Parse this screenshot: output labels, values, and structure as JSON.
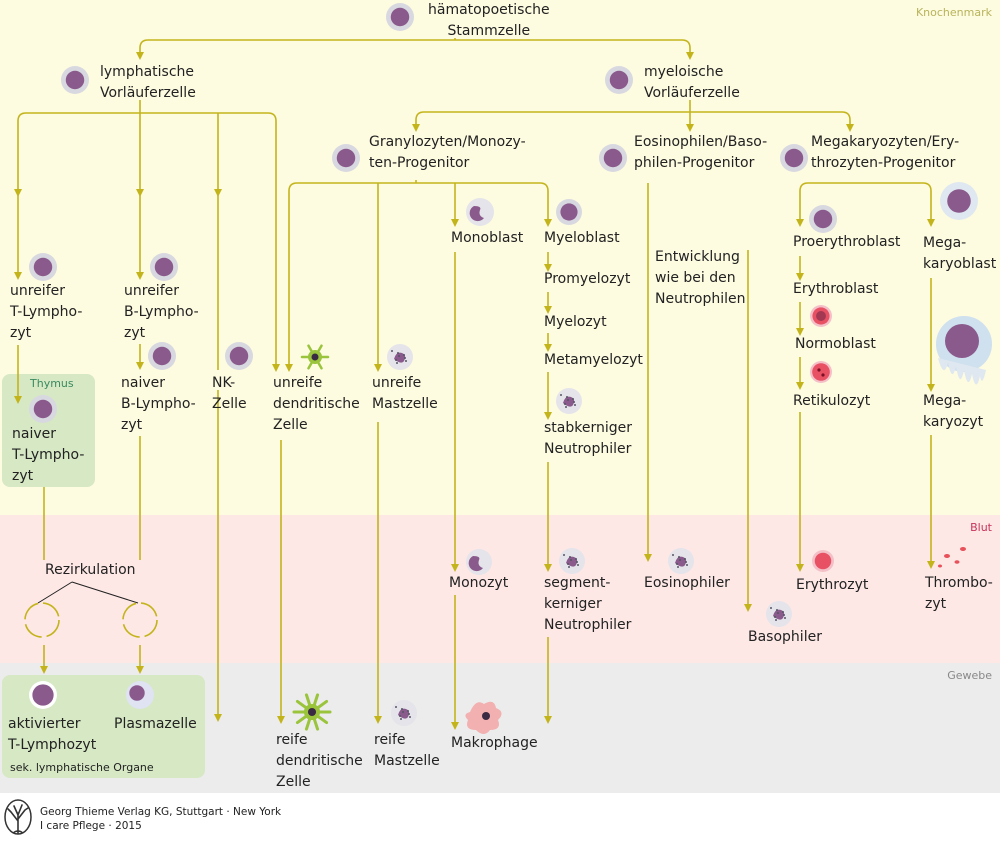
{
  "zones": {
    "bone_marrow": {
      "label": "Knochenmark",
      "color": "#fdfbe0",
      "label_color": "#b8b45a"
    },
    "blood": {
      "label": "Blut",
      "color": "#fde8e6",
      "label_color": "#c8325a"
    },
    "tissue": {
      "label": "Gewebe",
      "color": "#ececec",
      "label_color": "#888888"
    }
  },
  "boxes": {
    "thymus": "Thymus",
    "secondary": "sek. lymphatische Organe"
  },
  "colors": {
    "arrow": "#c4b41c",
    "cell_purple": "#8a5a8c",
    "cell_ring": "#d8d8e0",
    "erythro_red": "#e85064",
    "thymus_label": "#3a8a60"
  },
  "labels": {
    "stem": [
      "hämatopoetische",
      "Stammzelle"
    ],
    "lymph_prog": [
      "lymphatische",
      "Vorläuferzelle"
    ],
    "myelo_prog": [
      "myeloische",
      "Vorläuferzelle"
    ],
    "gm_prog": [
      "Granylozyten/Monozy-",
      "ten-Progenitor"
    ],
    "eb_prog": [
      "Eosinophilen/Baso-",
      "philen-Progenitor"
    ],
    "me_prog": [
      "Megakaryozyten/Ery-",
      "throzyten-Progenitor"
    ],
    "immature_t": [
      "unreifer",
      "T-Lympho-",
      "zyt"
    ],
    "immature_b": [
      "unreifer",
      "B-Lympho-",
      "zyt"
    ],
    "naive_b": [
      "naiver",
      "B-Lympho-",
      "zyt"
    ],
    "nk": [
      "NK-",
      "Zelle"
    ],
    "immature_dc": [
      "unreife",
      "dendritische",
      "Zelle"
    ],
    "immature_mast": [
      "unreife",
      "Mastzelle"
    ],
    "monoblast": [
      "Monoblast"
    ],
    "myeloblast": [
      "Myeloblast"
    ],
    "promyelocyte": [
      "Promyelozyt"
    ],
    "myelocyte": [
      "Myelozyt"
    ],
    "metamyelocyte": [
      "Metamyelozyt"
    ],
    "band": [
      "stabkerniger",
      "Neutrophiler"
    ],
    "eb_dev": [
      "Entwicklung",
      "wie bei den",
      "Neutrophilen"
    ],
    "proerythroblast": [
      "Proerythroblast"
    ],
    "erythroblast": [
      "Erythroblast"
    ],
    "normoblast": [
      "Normoblast"
    ],
    "reticulocyte": [
      "Retikulozyt"
    ],
    "megakaryoblast": [
      "Mega-",
      "karyoblast"
    ],
    "megakaryocyte": [
      "Mega-",
      "karyozyt"
    ],
    "naive_t": [
      "naiver",
      "T-Lympho-",
      "zyt"
    ],
    "recirculation": [
      "Rezirkulation"
    ],
    "monocyte": [
      "Monozyt"
    ],
    "segmented": [
      "segment-",
      "kerniger",
      "Neutrophiler"
    ],
    "eosinophil": [
      "Eosinophiler"
    ],
    "basophil": [
      "Basophiler"
    ],
    "erythrocyte": [
      "Erythrozyt"
    ],
    "thrombocyte": [
      "Thrombo-",
      "zyt"
    ],
    "activated_t": [
      "aktivierter",
      "T-Lymphozyt"
    ],
    "plasma": [
      "Plasmazelle"
    ],
    "mature_dc": [
      "reife",
      "dendritische",
      "Zelle"
    ],
    "mature_mast": [
      "reife",
      "Mastzelle"
    ],
    "macrophage": [
      "Makrophage"
    ]
  },
  "footer": {
    "line1": "Georg Thieme Verlag KG, Stuttgart · New York",
    "line2": "I care Pflege · 2015",
    "logo_icon": "tree-icon"
  }
}
